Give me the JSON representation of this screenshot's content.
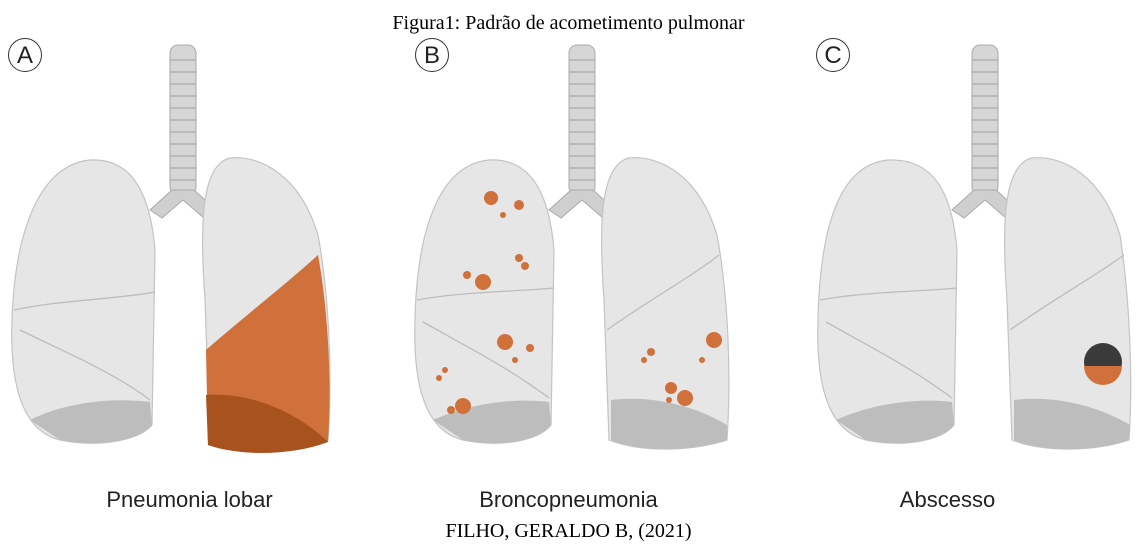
{
  "figure": {
    "title": "Figura1: Padrão de acometimento pulmonar",
    "credit": "FILHO, GERALDO B, (2021)"
  },
  "panels": [
    {
      "label": "A",
      "caption": "Pneumonia lobar",
      "highlight": "left-lower-lobe"
    },
    {
      "label": "B",
      "caption": "Broncopneumonia",
      "highlight": "scattered-foci"
    },
    {
      "label": "C",
      "caption": "Abscesso",
      "highlight": "cavity"
    }
  ],
  "colors": {
    "lung": "#e6e6e6",
    "lung_shadow": "#bdbdbd",
    "lesion": "#d0703a",
    "lesion_dark": "#a8521e",
    "trachea": "#c9c9c9"
  }
}
